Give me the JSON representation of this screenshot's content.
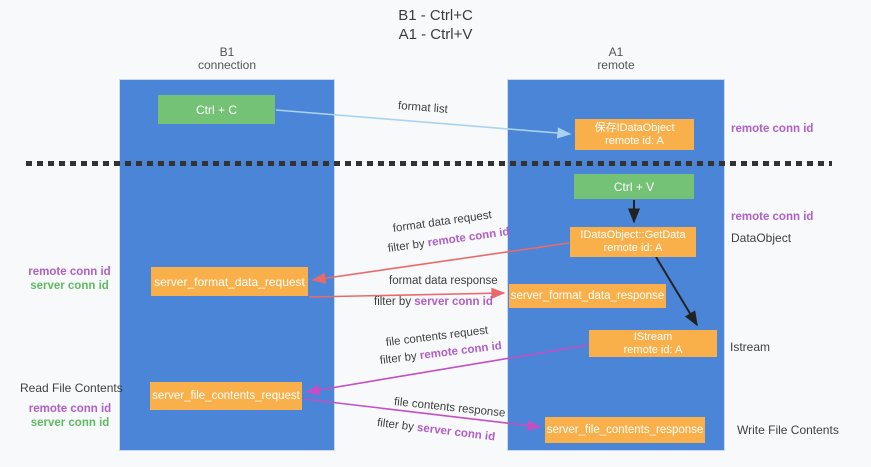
{
  "title": {
    "line1": "B1 - Ctrl+C",
    "line2": "A1 - Ctrl+V"
  },
  "columns": {
    "left": {
      "name": "B1",
      "subtitle": "connection"
    },
    "right": {
      "name": "A1",
      "subtitle": "remote"
    }
  },
  "nodes": {
    "ctrl_c": "Ctrl + C",
    "ctrl_v": "Ctrl + V",
    "save_idataobject": {
      "line1": "保存IDataObject",
      "line2": "remote id: A"
    },
    "getdata": {
      "line1": "IDataObject::GetData",
      "line2": "remote id: A"
    },
    "istream": {
      "line1": "IStream",
      "line2": "remote id: A"
    },
    "server_format_data_request": "server_format_data_request",
    "server_format_data_response": "server_format_data_response",
    "server_file_contents_request": "server_file_contents_request",
    "server_file_contents_response": "server_file_contents_response"
  },
  "arrow_labels": {
    "format_list": "format list",
    "format_data_request": "format data request",
    "format_data_response": "format data response",
    "file_contents_request": "file contents request",
    "file_contents_response": "file contents response",
    "filter_by": "filter by",
    "remote_conn_id": "remote conn id",
    "server_conn_id": "server conn id"
  },
  "side_labels": {
    "remote_conn_id_top_right": "remote conn id",
    "remote_conn_id_mid_right": "remote conn id",
    "dataobject": "DataObject",
    "istream": "Istream",
    "write_file_contents": "Write File Contents",
    "read_file_contents": "Read File Contents",
    "remote_conn_id_mid_left": "remote conn id",
    "server_conn_id_mid_left": "server conn id",
    "remote_conn_id_bottom_left": "remote conn id",
    "server_conn_id_bottom_left": "server conn id"
  },
  "colors": {
    "lane_blue": "#4a85d7",
    "node_green": "#74c276",
    "node_orange": "#f9b04a",
    "arrow_light_blue": "#a9d3f2",
    "arrow_red": "#e96a6a",
    "arrow_magenta": "#c34fc3",
    "arrow_black": "#222222",
    "text_purple": "#b05fc8",
    "text_green": "#5fbb63",
    "text_dark": "#3f3f3f"
  }
}
